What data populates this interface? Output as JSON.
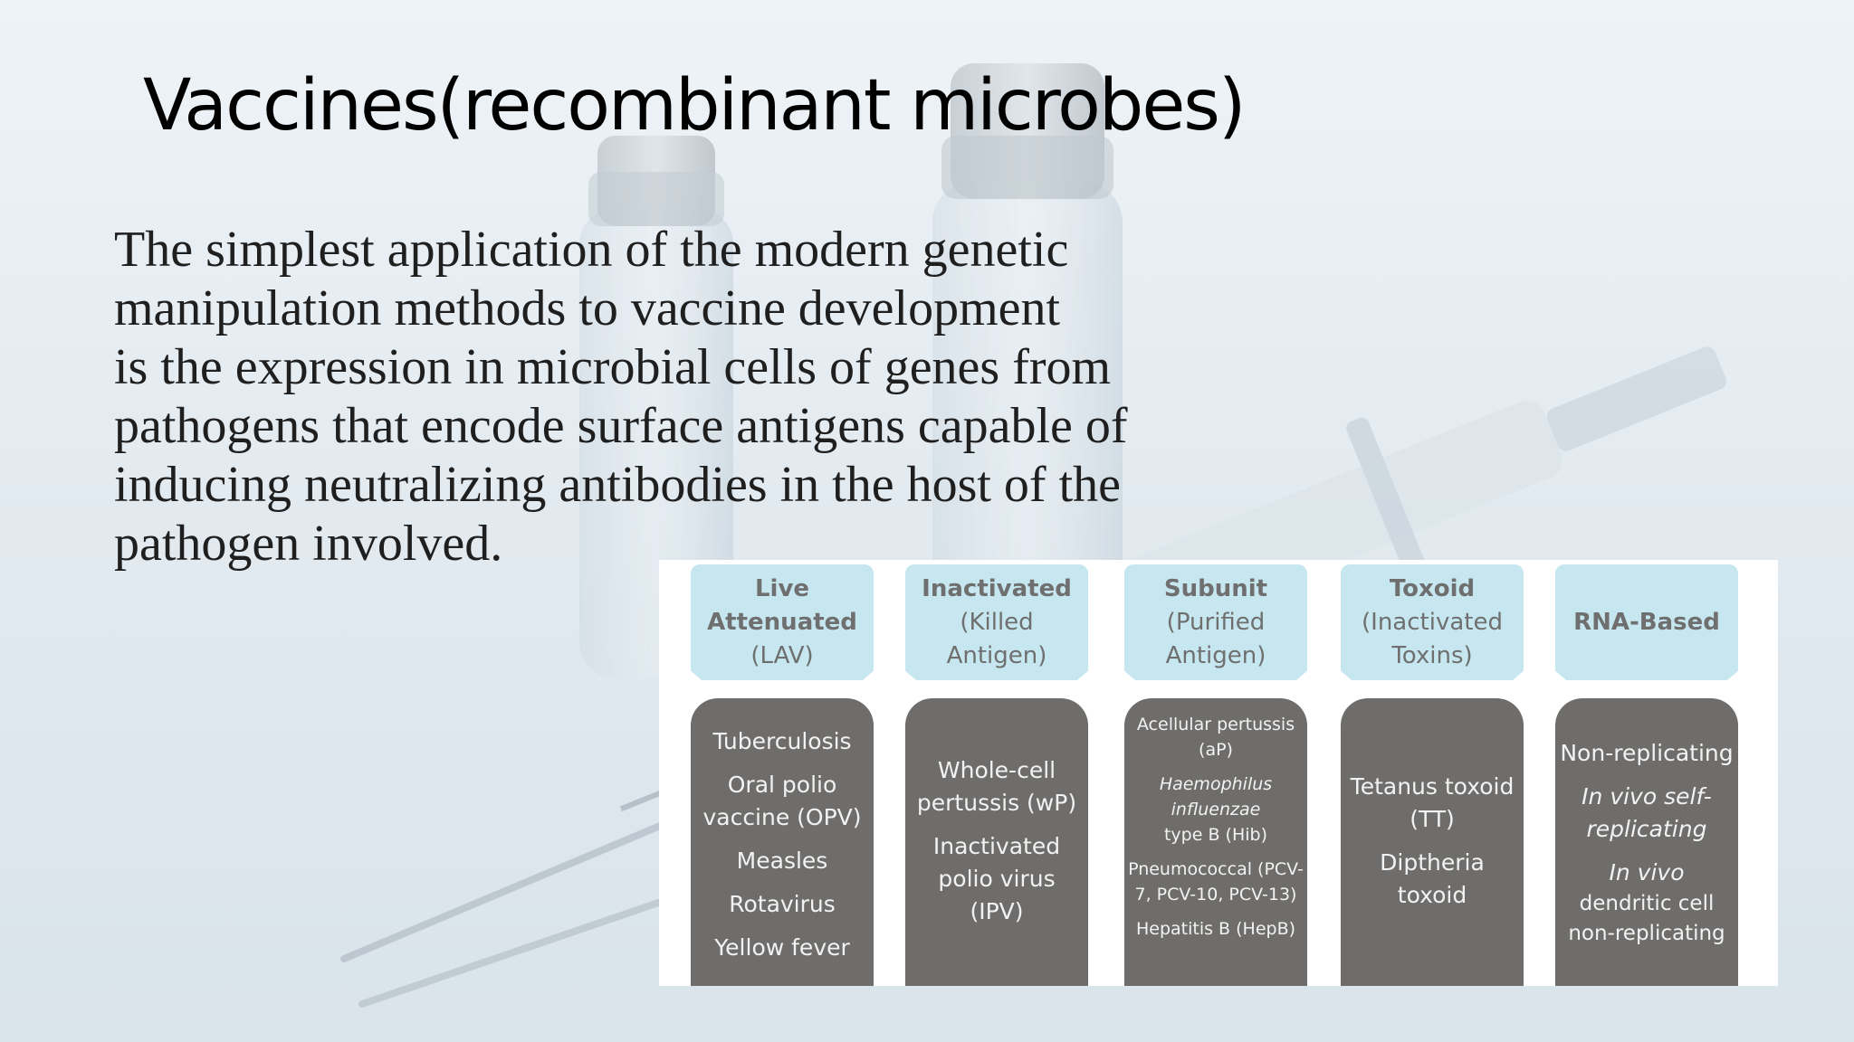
{
  "slide": {
    "title": "Vaccines(recombinant microbes)",
    "body_lines": [
      "The simplest application of the modern genetic",
      "manipulation methods to vaccine development",
      "is the expression in microbial cells of genes from",
      "pathogens that encode surface antigens capable of",
      "inducing neutralizing antibodies in the host of the",
      "pathogen involved."
    ]
  },
  "colors": {
    "header_fill": "#c6e7f0",
    "header_text": "#6f6f6f",
    "body_fill": "#6e6d6b",
    "body_text": "#f2f2f2"
  },
  "vaccine_types": [
    {
      "name": "Live Attenuated",
      "name_lines": [
        "Live",
        "Attenuated"
      ],
      "sub_lines": [
        "(LAV)"
      ],
      "examples": [
        "Tuberculosis",
        "Oral polio vaccine (OPV)",
        "Measles",
        "Rotavirus",
        "Yellow fever"
      ]
    },
    {
      "name": "Inactivated",
      "name_lines": [
        "Inactivated"
      ],
      "sub_lines": [
        "(Killed",
        "Antigen)"
      ],
      "examples": [
        "Whole-cell pertussis (wP)",
        "Inactivated polio virus (IPV)"
      ]
    },
    {
      "name": "Subunit",
      "name_lines": [
        "Subunit"
      ],
      "sub_lines": [
        "(Purified",
        "Antigen)"
      ],
      "examples": [
        "Acellular pertussis (aP)",
        "Haemophilus influenzae",
        "type B (Hib)",
        "Pneumococcal (PCV-7, PCV-10, PCV-13)",
        "Hepatitis B (HepB)"
      ]
    },
    {
      "name": "Toxoid",
      "name_lines": [
        "Toxoid"
      ],
      "sub_lines": [
        "(Inactivated",
        "Toxins)"
      ],
      "examples": [
        "Tetanus toxoid (TT)",
        "Diptheria toxoid"
      ]
    },
    {
      "name": "RNA-Based",
      "name_lines": [
        "RNA-Based"
      ],
      "sub_lines": [],
      "examples": [
        "Non-replicating",
        "In vivo self-replicating",
        "In vivo",
        "dendritic cell non-replicating"
      ]
    }
  ]
}
